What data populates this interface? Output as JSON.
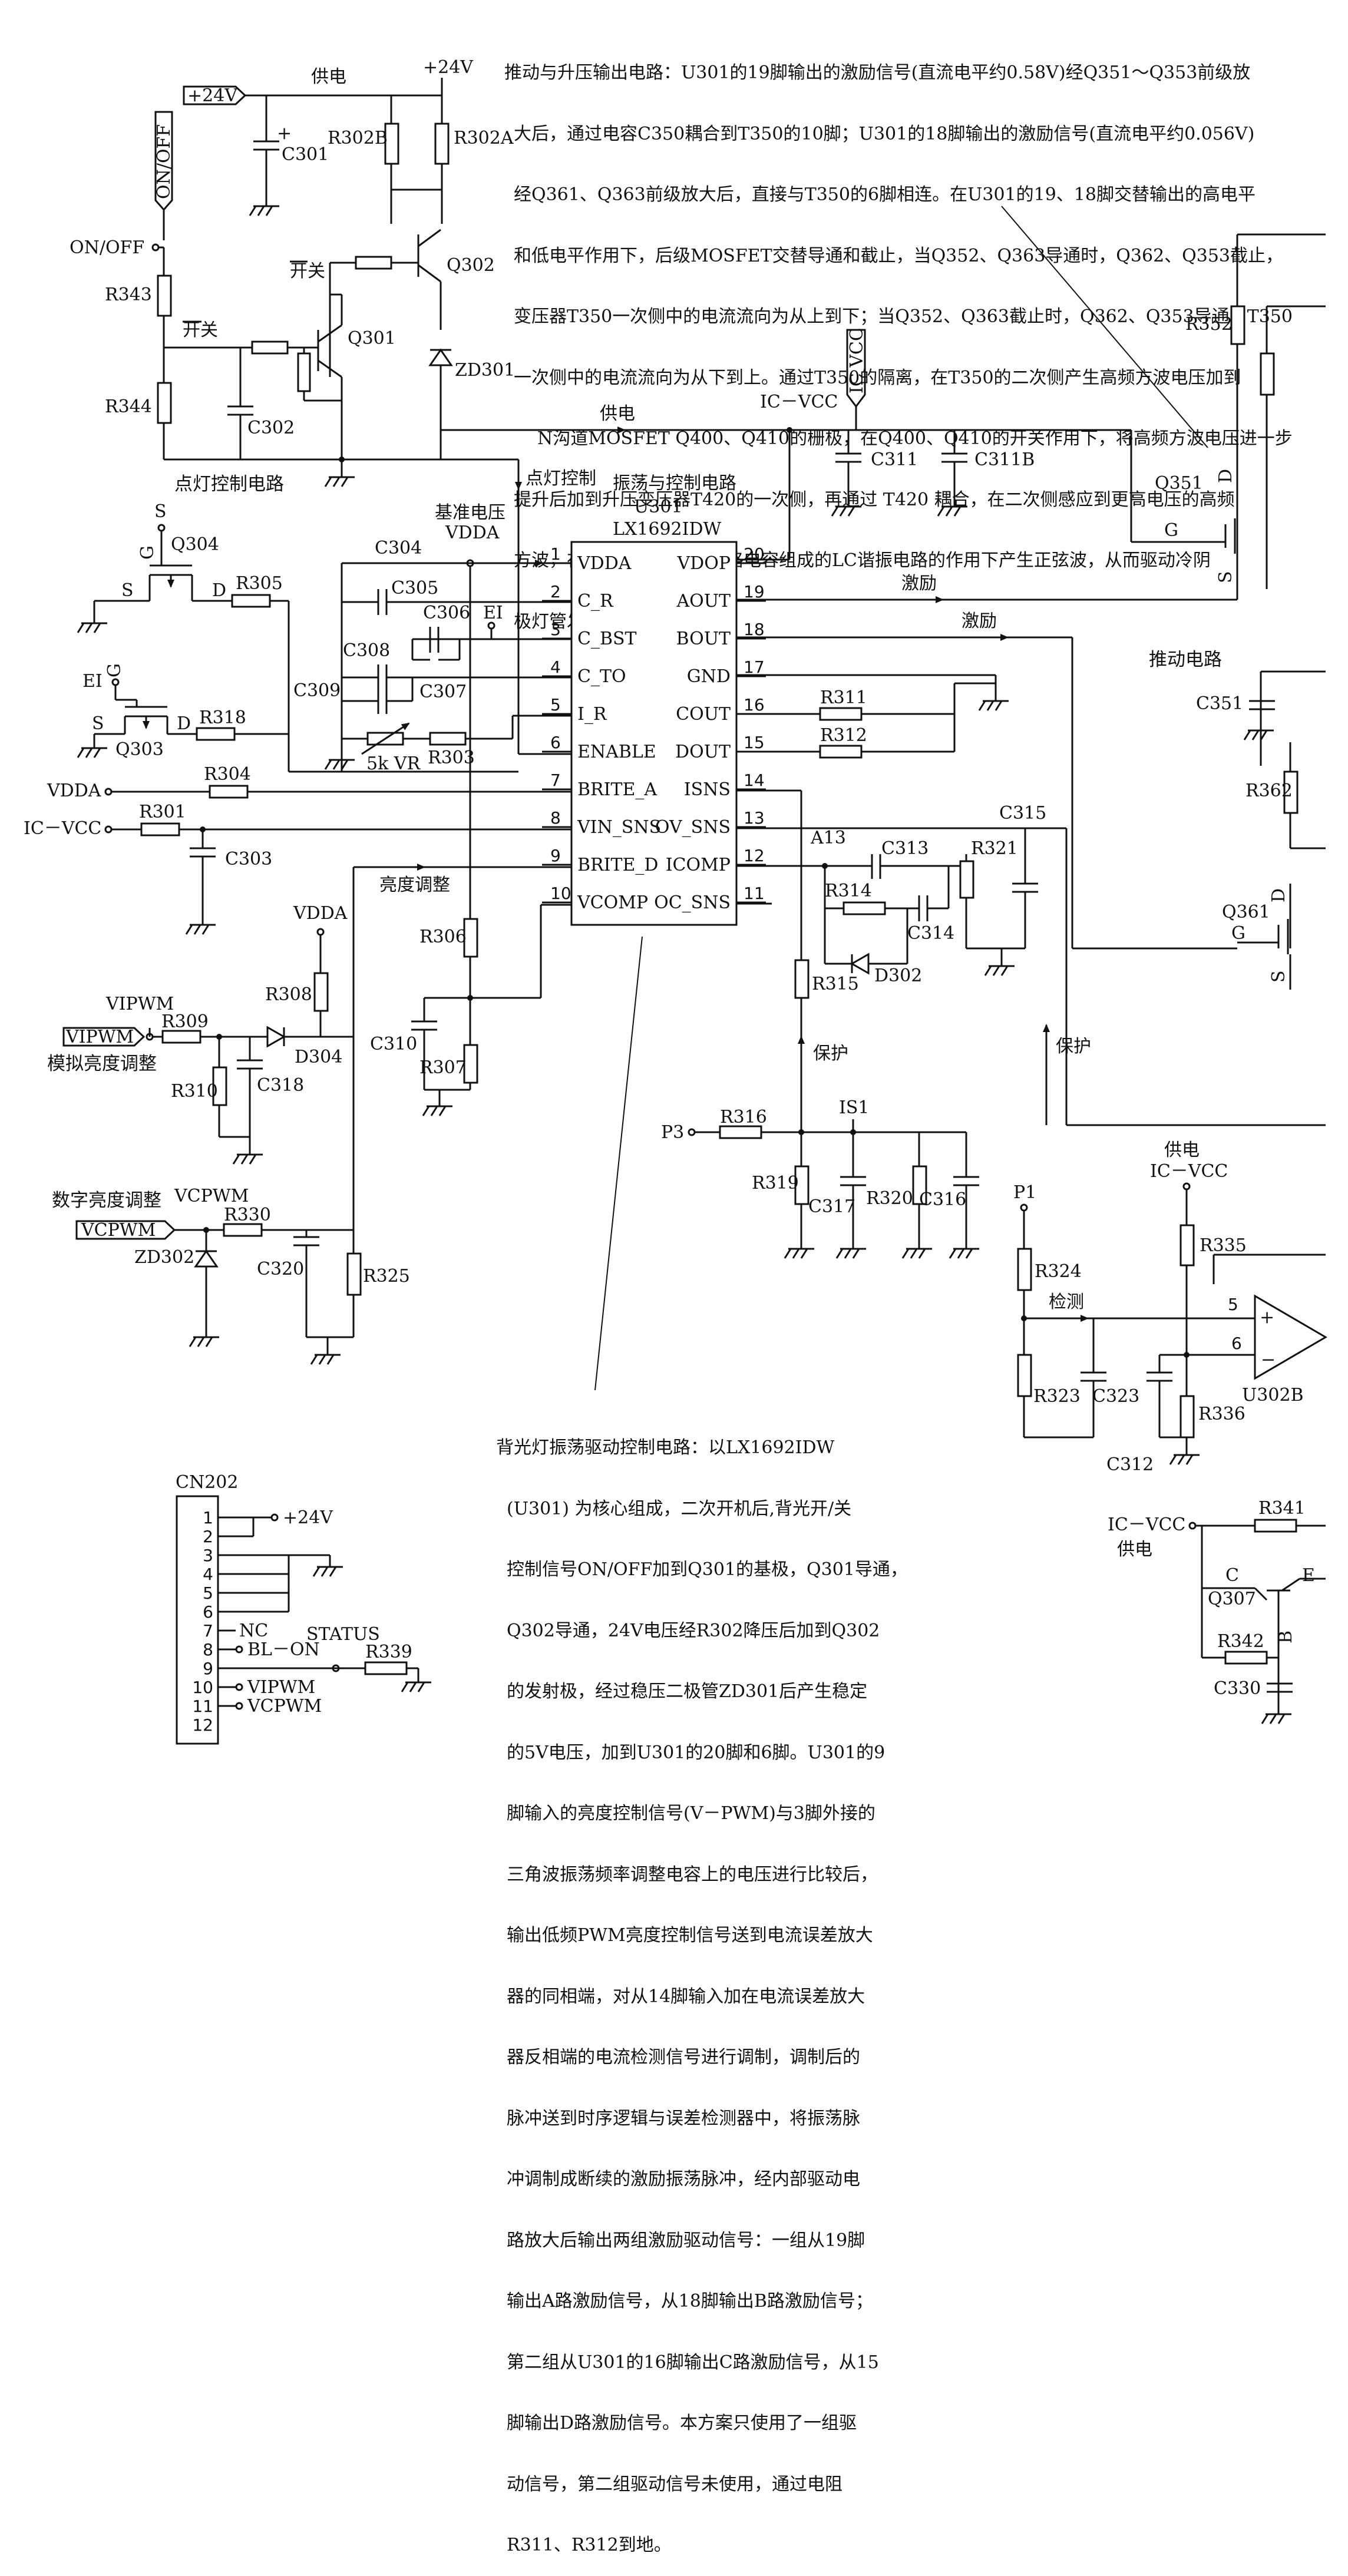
{
  "top_paragraph": [
    "推动与升压输出电路：U301的19脚输出的激励信号(直流电平约0.58V)经Q351～Q353前级放",
    "大后，通过电容C350耦合到T350的10脚；U301的18脚输出的激励信号(直流电平约0.056V)",
    "经Q361、Q363前级放大后，直接与T350的6脚相连。在U301的19、18脚交替输出的高电平",
    "和低电平作用下，后级MOSFET交替导通和截止，当Q352、Q363导通时，Q362、Q353截止，",
    "变压器T350一次侧中的电流流向为从上到下；当Q352、Q363截止时，Q362、Q353导通，T350",
    "一次侧中的电流流向为从下到上。通过T350的隔离，在T350的二次侧产生高频方波电压加到",
    "N沟道MOSFET Q400、Q410的栅极，在Q400、Q410的开关作用下，将高频方波电压进一步",
    "提升后加到升压变压器T420的一次侧，再通过 T420 耦合，在二次侧感应到更高电压的高频",
    "方波，在由变压器漏感及回路电容组成的LC谐振电路的作用下产生正弦波，从而驱动冷阴",
    "极灯管发光。"
  ],
  "bottom_paragraph": [
    "背光灯振荡驱动控制电路：以LX1692IDW",
    "(U301) 为核心组成，二次开机后,背光开/关",
    "控制信号ON/OFF加到Q301的基极，Q301导通，",
    "Q302导通，24V电压经R302降压后加到Q302",
    "的发射极，经过稳压二极管ZD301后产生稳定",
    "的5V电压，加到U301的20脚和6脚。U301的9",
    "脚输入的亮度控制信号(V－PWM)与3脚外接的",
    "三角波振荡频率调整电容上的电压进行比较后，",
    "输出低频PWM亮度控制信号送到电流误差放大",
    "器的同相端，对从14脚输入加在电流误差放大",
    "器反相端的电流检测信号进行调制，调制后的",
    "脉冲送到时序逻辑与误差检测器中，将振荡脉",
    "冲调制成断续的激励振荡脉冲，经内部驱动电",
    "路放大后输出两组激励驱动信号：一组从19脚",
    "输出A路激励信号，从18脚输出B路激励信号；",
    "第二组从U301的16脚输出C路激励信号，从15",
    "脚输出D路激励信号。本方案只使用了一组驱",
    "动信号，第二组驱动信号未使用，通过电阻",
    "R311、R312到地。"
  ],
  "ic": {
    "ref": "U301",
    "part": "LX1692IDW",
    "title": "振荡与控制电路",
    "left_pins": [
      {
        "num": "1",
        "name": "VDDA"
      },
      {
        "num": "2",
        "name": "C_R"
      },
      {
        "num": "3",
        "name": "C_BST"
      },
      {
        "num": "4",
        "name": "C_TO"
      },
      {
        "num": "5",
        "name": "I_R"
      },
      {
        "num": "6",
        "name": "ENABLE"
      },
      {
        "num": "7",
        "name": "BRITE_A"
      },
      {
        "num": "8",
        "name": "VIN_SNS"
      },
      {
        "num": "9",
        "name": "BRITE_D"
      },
      {
        "num": "10",
        "name": "VCOMP"
      }
    ],
    "right_pins": [
      {
        "num": "20",
        "name": "VDOP"
      },
      {
        "num": "19",
        "name": "AOUT"
      },
      {
        "num": "18",
        "name": "BOUT"
      },
      {
        "num": "17",
        "name": "GND"
      },
      {
        "num": "16",
        "name": "COUT"
      },
      {
        "num": "15",
        "name": "DOUT"
      },
      {
        "num": "14",
        "name": "ISNS"
      },
      {
        "num": "13",
        "name": "OV_SNS"
      },
      {
        "num": "12",
        "name": "ICOMP"
      },
      {
        "num": "11",
        "name": "OC_SNS"
      }
    ]
  },
  "labels": {
    "v24_tag": "+24V",
    "supply_top": "供电",
    "plus24v": "+24V",
    "r302b": "R302B",
    "r302a": "R302A",
    "c301": "C301",
    "onoff_tag": "ON/OFF",
    "onoff": "ON/OFF",
    "r343": "R343",
    "kaiguan1": "开关",
    "q302": "Q302",
    "kaiguan2": "开关",
    "q301": "Q301",
    "zd301": "ZD301",
    "r344": "R344",
    "c302": "C302",
    "light_ctrl": "点灯控制电路",
    "supply_mid": "供电",
    "icvcc_mid": "IC－VCC",
    "icvcc_tag": "IC VCC",
    "c311": "C311",
    "c311b": "C311B",
    "light_ctrl_arrow": "点灯控制",
    "ref_voltage": "基准电压",
    "vdda_top": "VDDA",
    "s1": "S",
    "g1": "G",
    "q304": "Q304",
    "s2": "S",
    "d1": "D",
    "r305": "R305",
    "c304": "C304",
    "c305": "C305",
    "c306": "C306",
    "ei1": "EI",
    "c308": "C308",
    "c307": "C307",
    "c309": "C309",
    "ei2": "EI",
    "g2": "G",
    "s3": "S",
    "d2": "D",
    "r318": "R318",
    "q303": "Q303",
    "vr": "5k VR",
    "r303": "R303",
    "vdda_in": "VDDA",
    "r304": "R304",
    "icvcc_in": "IC－VCC",
    "r301": "R301",
    "c303": "C303",
    "brightness_adj": "亮度调整",
    "vdda_mid": "VDDA",
    "r306": "R306",
    "r308": "R308",
    "vipwm_lbl": "VIPWM",
    "vipwm_tag": "VIPWM",
    "r309": "R309",
    "d304": "D304",
    "analog_bright": "模拟亮度调整",
    "r310": "R310",
    "c318": "C318",
    "c310": "C310",
    "r307": "R307",
    "digital_bright": "数字亮度调整",
    "vcpwm_lbl": "VCPWM",
    "vcpwm_tag": "VCPWM",
    "r330": "R330",
    "zd302": "ZD302",
    "c320": "C320",
    "r325": "R325",
    "excite1": "激励",
    "excite2": "激励",
    "drive_circuit": "推动电路",
    "r311": "R311",
    "r312": "R312",
    "a13": "A13",
    "c313": "C313",
    "r321": "R321",
    "c315": "C315",
    "r314": "R314",
    "c314": "C314",
    "r315": "R315",
    "d302": "D302",
    "protect1": "保护",
    "protect2": "保护",
    "p3": "P3",
    "r316": "R316",
    "is1": "IS1",
    "r319": "R319",
    "c317": "C317",
    "r320": "R320",
    "c316": "C316",
    "r352": "R352",
    "q351": "Q351",
    "g3": "G",
    "dd1": "D",
    "ss1": "S",
    "c351": "C351",
    "r362": "R362",
    "q361": "Q361",
    "g4": "G",
    "dd2": "D",
    "ss2": "S",
    "supply_low": "供电",
    "icvcc_low": "IC－VCC",
    "p1": "P1",
    "r324": "R324",
    "r335": "R335",
    "detect": "检测",
    "pin5": "5",
    "pin6": "6",
    "plus": "+",
    "minus": "−",
    "u302b": "U302B",
    "r323": "R323",
    "c323": "C323",
    "r336": "R336",
    "c312": "C312",
    "icvcc_q": "IC－VCC",
    "supply_q": "供电",
    "r341": "R341",
    "c_pin": "C",
    "e_pin": "E",
    "q307": "Q307",
    "b_pin": "B",
    "r342": "R342",
    "c330": "C330",
    "cn202": "CN202",
    "cn_24v": "+24V",
    "cn_nc": "NC",
    "cn_blon": "BL－ON",
    "status": "STATUS",
    "r339": "R339",
    "cn_vipwm": "VIPWM",
    "cn_vcpwm": "VCPWM"
  },
  "connector": {
    "pins": [
      "1",
      "2",
      "3",
      "4",
      "5",
      "6",
      "7",
      "8",
      "9",
      "10",
      "11",
      "12"
    ]
  }
}
